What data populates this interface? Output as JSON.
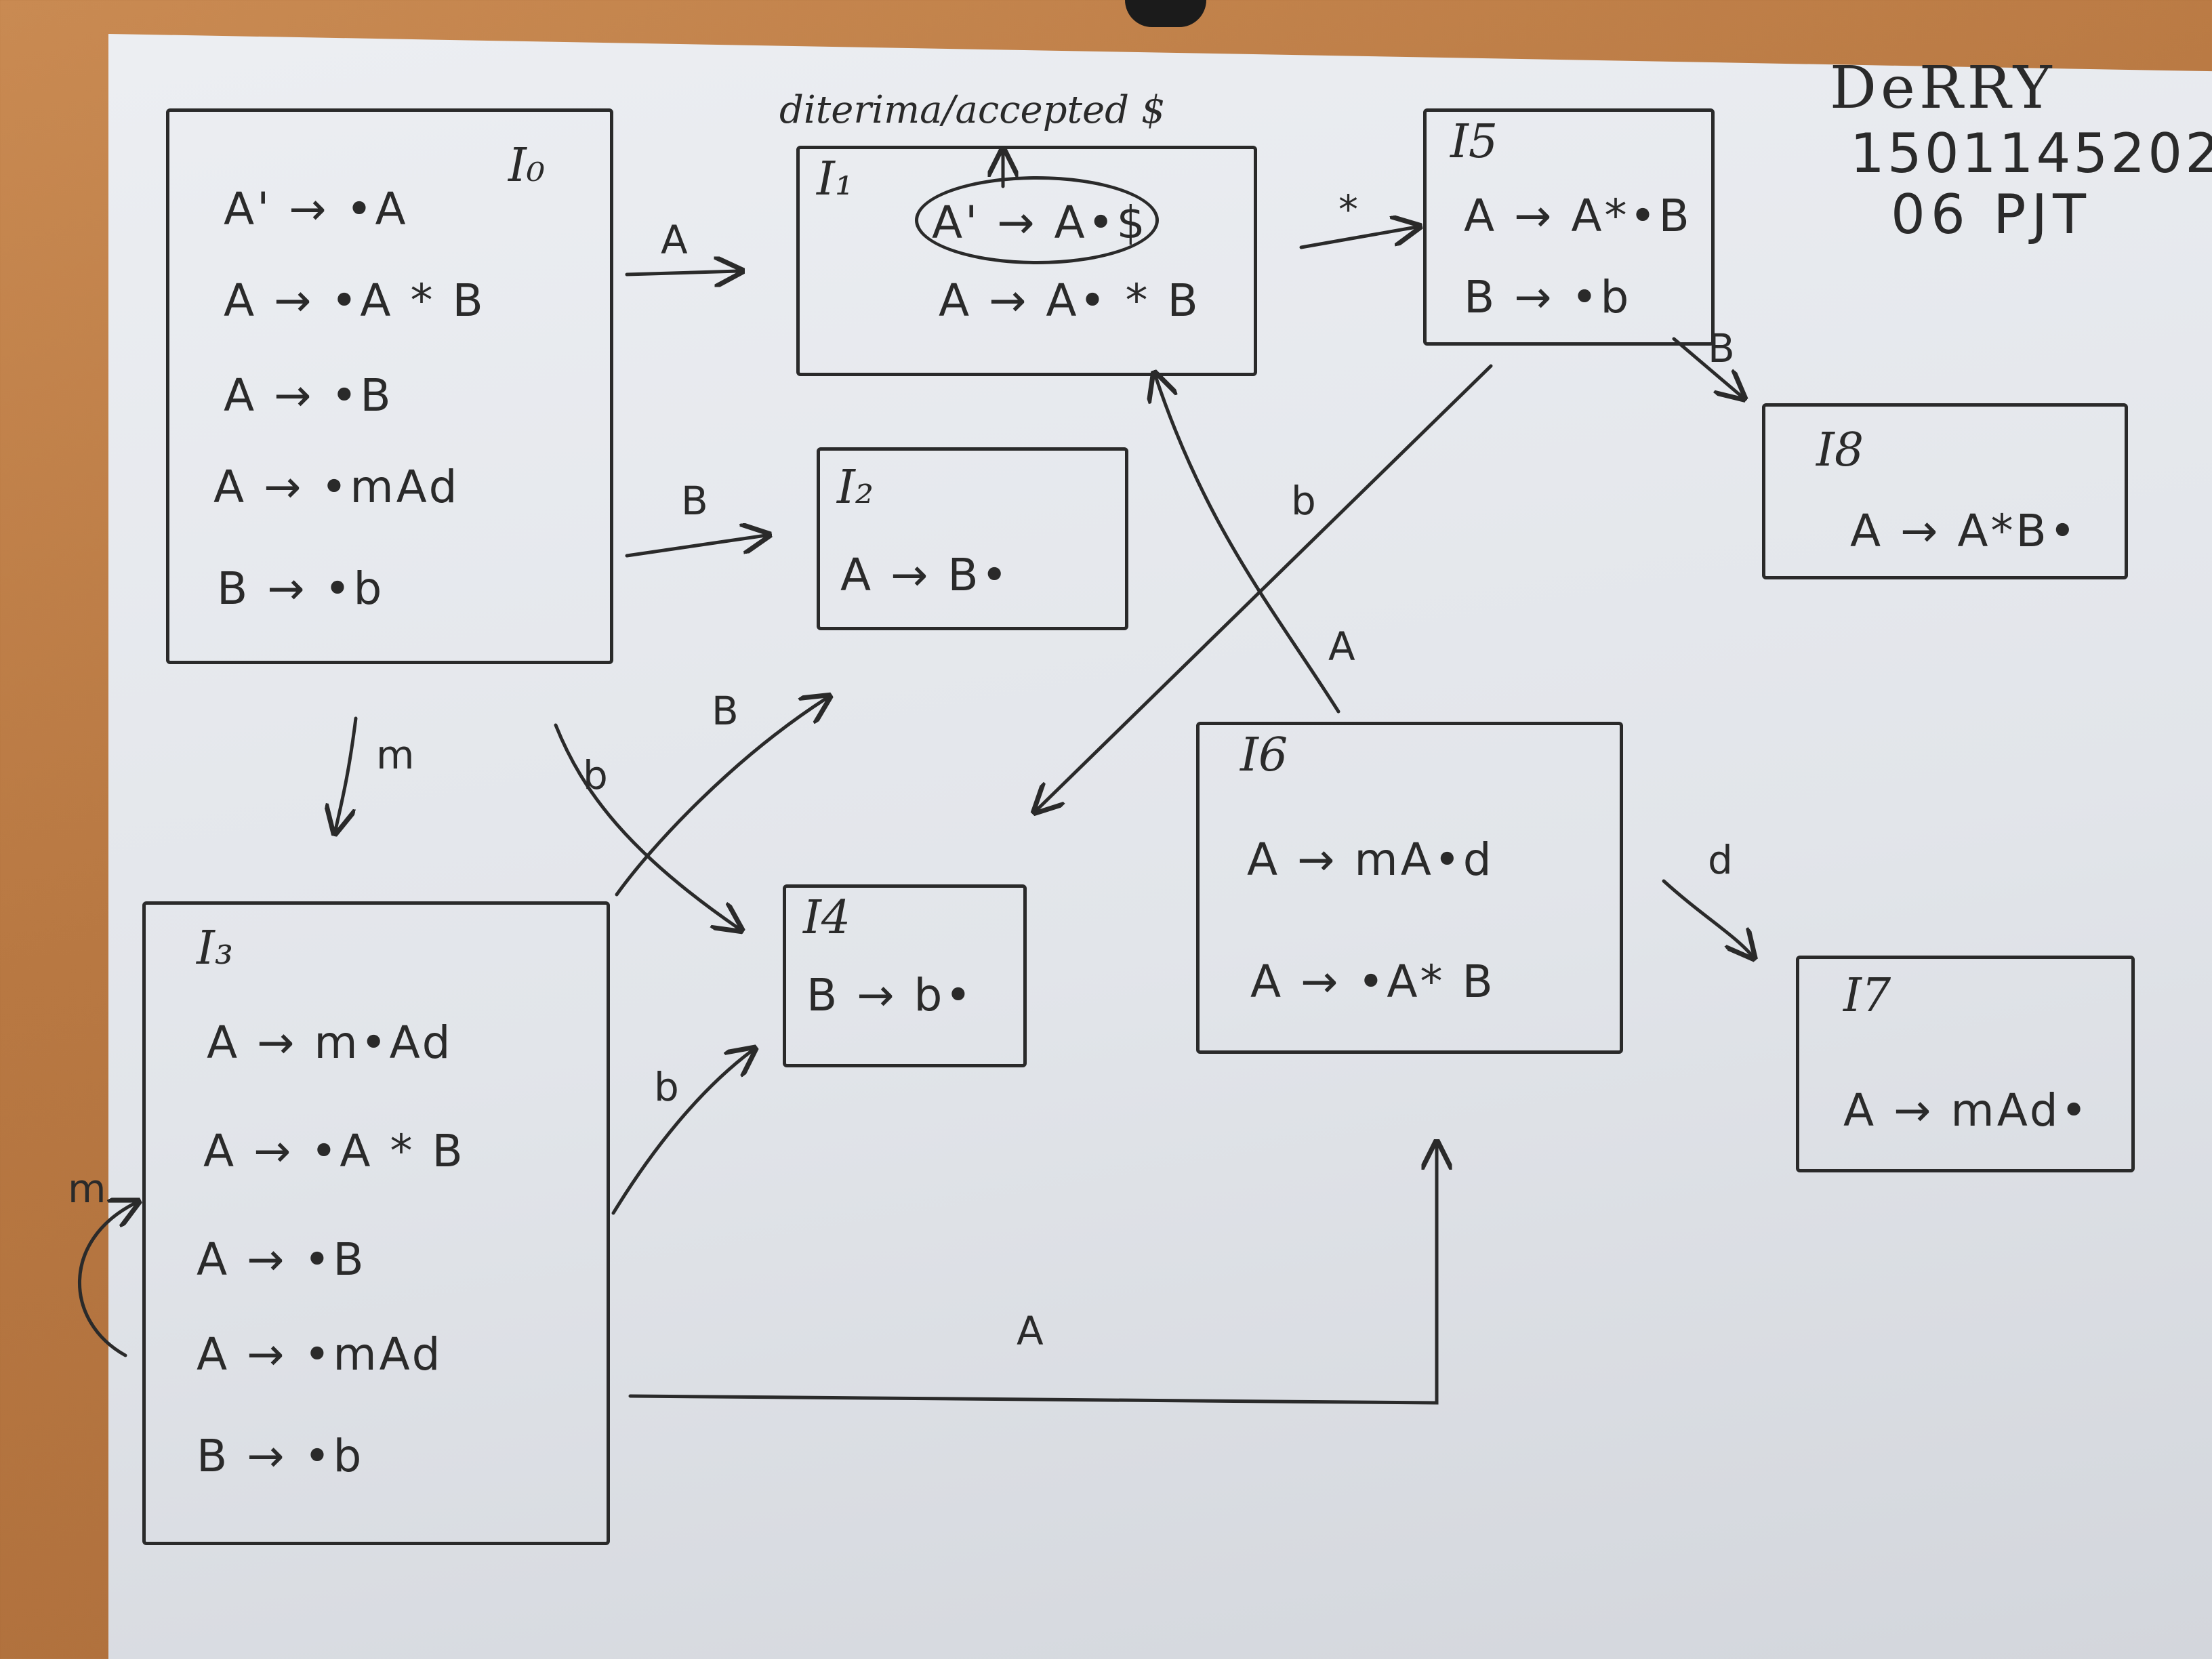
{
  "header": {
    "name": "DeRRY",
    "id": "1501145202",
    "class": "06 PJT",
    "note": "diterima/accepted $"
  },
  "states": [
    {
      "id": "I0",
      "label": "I₀",
      "items": [
        "A' → •A",
        "A → •A * B",
        "A → •B",
        "A → •mAd",
        "B → •b"
      ]
    },
    {
      "id": "I1",
      "label": "I₁",
      "items": [
        "A' → A•$",
        "A → A• * B"
      ]
    },
    {
      "id": "I2",
      "label": "I₂",
      "items": [
        "A → B•"
      ]
    },
    {
      "id": "I3",
      "label": "I₃",
      "items": [
        "A → m•Ad",
        "A → •A * B",
        "A → •B",
        "A → •mAd",
        "B → •b"
      ]
    },
    {
      "id": "I4",
      "label": "I4",
      "items": [
        "B → b•"
      ]
    },
    {
      "id": "I5",
      "label": "I5",
      "items": [
        "A → A*•B",
        "B → •b"
      ]
    },
    {
      "id": "I6",
      "label": "I6",
      "items": [
        "A → mA•d",
        "A → •A* B"
      ]
    },
    {
      "id": "I7",
      "label": "I7",
      "items": [
        "A → mAd•"
      ]
    },
    {
      "id": "I8",
      "label": "I8",
      "items": [
        "A → A*B•"
      ]
    }
  ],
  "transitions": [
    {
      "from": "I0",
      "to": "I1",
      "symbol": "A"
    },
    {
      "from": "I0",
      "to": "I2",
      "symbol": "B"
    },
    {
      "from": "I0",
      "to": "I3",
      "symbol": "m"
    },
    {
      "from": "I0",
      "to": "I4",
      "symbol": "b"
    },
    {
      "from": "I1",
      "to": "I5",
      "symbol": "*"
    },
    {
      "from": "I5",
      "to": "I8",
      "symbol": "B"
    },
    {
      "from": "I5",
      "to": "I4",
      "symbol": "b"
    },
    {
      "from": "I6",
      "to": "I1",
      "symbol": "A"
    },
    {
      "from": "I6",
      "to": "I7",
      "symbol": "d"
    },
    {
      "from": "I3",
      "to": "I2",
      "symbol": "B"
    },
    {
      "from": "I3",
      "to": "I4",
      "symbol": "b"
    },
    {
      "from": "I3",
      "to": "I6",
      "symbol": "A"
    },
    {
      "from": "I3",
      "to": "I3",
      "symbol": "m"
    }
  ]
}
